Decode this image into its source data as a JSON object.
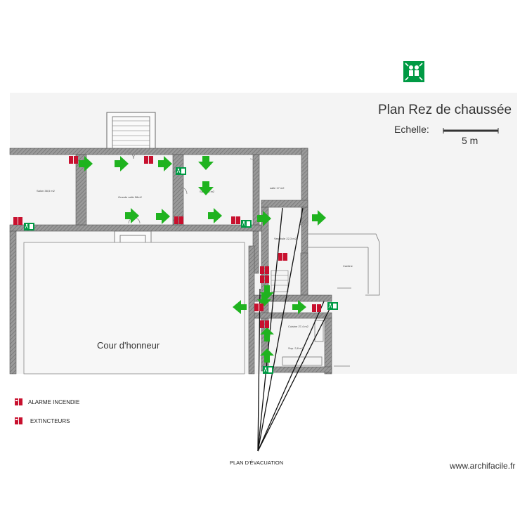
{
  "plan": {
    "title": "Plan Rez de chaussée",
    "scale_label": "Echelle:",
    "scale_distance": "5 m",
    "courtyard_label": "Cour d'honneur",
    "rooms": [
      {
        "label": "Salon 38,5 m2"
      },
      {
        "label": "Grande salle 58m2"
      },
      {
        "label": "Salle 26 m2"
      },
      {
        "label": "salle 17 m2"
      },
      {
        "label": "Vestibule 22,3 m2"
      },
      {
        "label": "Cantine"
      },
      {
        "label": "Cuisine 27,4 m2"
      },
      {
        "label": "Sup. 2,8 m2"
      }
    ]
  },
  "legend": {
    "items": [
      {
        "label": "ALARME INCENDIE",
        "icon": "fire-alarm-icon",
        "color": "#c8102e"
      },
      {
        "label": "EXTINCTEURS",
        "icon": "extinguisher-icon",
        "color": "#c8102e"
      }
    ]
  },
  "evacuation_label": "PLAN D'ÉVACUATION",
  "site": "www.archifacile.fr",
  "colors": {
    "arrow": "#1fb31f",
    "exit_sign": "#009a44",
    "alarm": "#c8102e",
    "wall": "#8a8a8a"
  }
}
